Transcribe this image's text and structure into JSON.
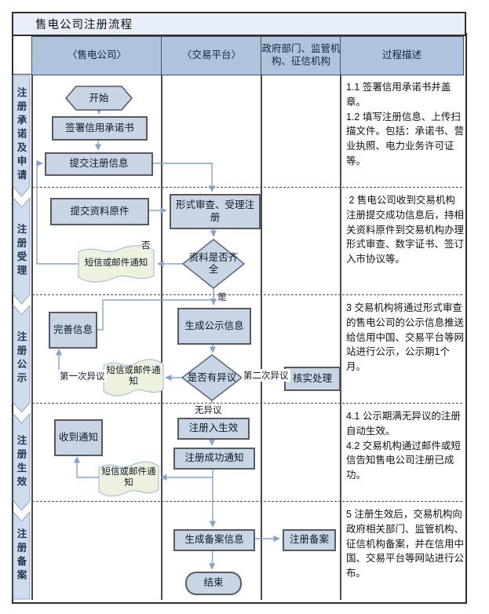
{
  "title": "售电公司注册流程",
  "columns": {
    "c1": "〈售电公司〉",
    "c2": "〈交易平台〉",
    "c3": "政府部门、监管机构、征信机构",
    "c4": "过程描述"
  },
  "lanes": {
    "l1": "注册承诺及申请",
    "l2": "注册受理",
    "l3": "注册公示",
    "l4": "注册生效",
    "l5": "注册备案"
  },
  "nodes": {
    "start": "开始",
    "sign_commitment": "签署信用承诺书",
    "submit_info": "提交注册信息",
    "submit_originals": "提交资料原件",
    "formal_review": "形式审查、受理注册",
    "materials_complete": "资料是否齐全",
    "notify_sms1": "短信或邮件通知",
    "gen_publicity": "生成公示信息",
    "improve_info": "完善信息",
    "has_objection": "是否有异议",
    "notify_sms2": "短信或邮件通知",
    "verify_handle": "核实处理",
    "reg_effective": "注册入生效",
    "success_notice": "注册成功通知",
    "receive_notice": "收到通知",
    "notify_sms3": "短信或邮件通知",
    "gen_record": "生成备案信息",
    "reg_record": "注册备案",
    "end": "结束"
  },
  "edge_labels": {
    "yes": "是",
    "no": "否",
    "no_objection": "无异议",
    "first_objection": "第一次异议",
    "second_objection": "第二次异议"
  },
  "descriptions": {
    "d1": "1.1 签署信用承诺书并盖章。\n1.2 填写注册信息、上传扫描文件。包括：承诺书、营业执照、电力业务许可证等。",
    "d2": " 2 售电公司收到交易机构注册提交成功信息后，持相关资料原件到交易机构办理形式审查、数字证书、签订入市协议等。",
    "d3": "3 交易机构将通过形式审查的售电公司的公示信息推送给信用中国、交易平台等网站进行公示，公示期1个月。",
    "d4": "4.1 公示期满无异议的注册自动生效。\n4.2 交易机构通过邮件或短信告知售电公司注册已成功。",
    "d5": "5 注册生效后，交易机构向政府相关部门、监管机构、征信机构备案，并在信用中国、交易平台等网站进行公布。"
  },
  "colors": {
    "header_fill": "#b1c3dc",
    "box_fill": "#c8d5e4",
    "lane_fill": "#cfdcee",
    "wave_fill": "#edf2de",
    "connector": "#85a3cc",
    "title_fill": "#e9eff8"
  }
}
